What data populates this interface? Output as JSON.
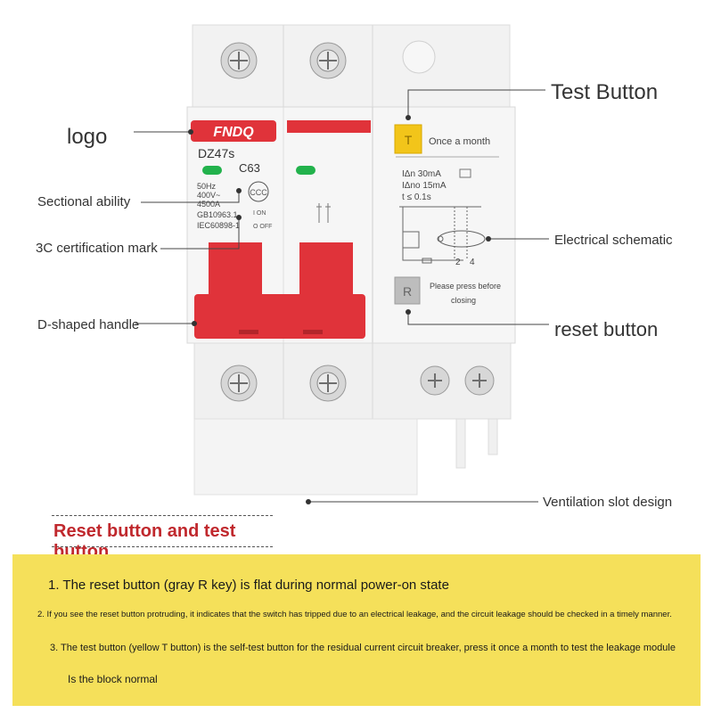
{
  "product": {
    "brand": "FNDQ",
    "model": "DZ47s",
    "rating": "C63",
    "spec_lines": [
      "50Hz",
      "400V~",
      "4500A",
      "GB10963.1",
      "IEC60898-1"
    ],
    "switch_labels": {
      "on": "I ON",
      "off": "O OFF"
    },
    "test_key": "T",
    "test_note": "Once a month",
    "residual_specs": [
      "IΔn   30mA",
      "IΔno  15mA",
      "t ≤  0.1s"
    ],
    "terminal_labels": [
      "2",
      "4"
    ],
    "reset_key": "R",
    "reset_note_line1": "Please press before",
    "reset_note_line2": "closing",
    "colors": {
      "handle": "#e0333a",
      "test_button": "#f2c51a",
      "reset_button": "#bdbdbd",
      "body": "#f3f3f3",
      "indicator": "#22b24c"
    }
  },
  "callouts": {
    "logo": "logo",
    "sectional_ability": "Sectional ability",
    "certification_mark": "3C certification mark",
    "handle": "D-shaped handle",
    "test_button": "Test Button",
    "schematic": "Electrical schematic",
    "reset_button": "reset button",
    "ventilation": "Ventilation slot design"
  },
  "section_title": "Reset button and test button",
  "notes": [
    "1. The reset button (gray R key) is flat during normal power-on state",
    "2. If you see the reset button protruding, it indicates that the switch has tripped due to an electrical leakage, and the circuit leakage should be checked in a timely manner.",
    "3. The test button (yellow T button) is the self-test button for the residual current circuit breaker, press it once a month to test the leakage module",
    "Is the block normal"
  ]
}
